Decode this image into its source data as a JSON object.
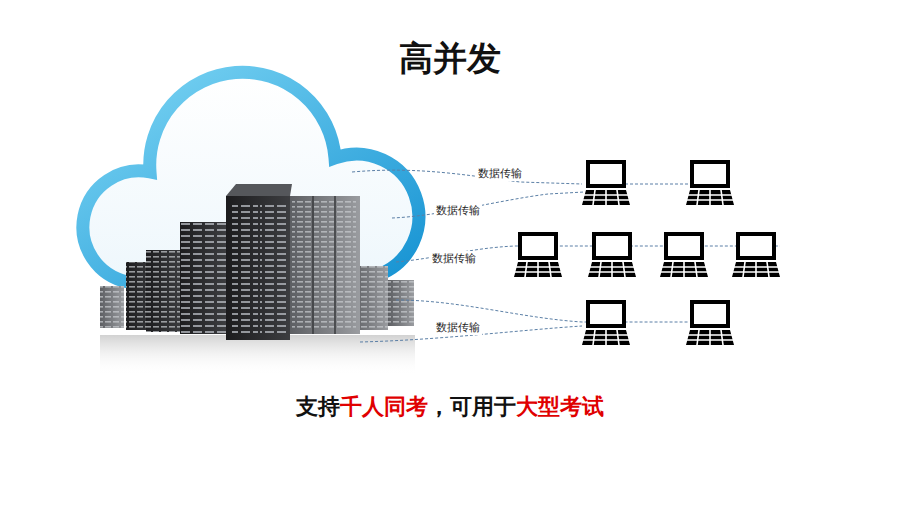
{
  "diagram": {
    "title": "高并发",
    "labels": [
      "数据传输",
      "数据传输",
      "数据传输",
      "数据传输",
      "支持",
      "千人同考",
      "，可用于",
      "大型考试"
    ]
  }
}
